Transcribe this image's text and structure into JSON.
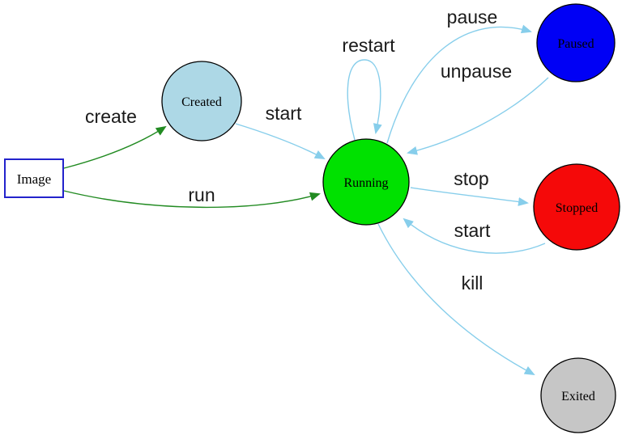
{
  "diagram": {
    "type": "state-diagram",
    "description": "Container lifecycle state diagram",
    "nodes": [
      {
        "id": "image",
        "label": "Image",
        "shape": "rectangle",
        "fill": "#ffffff",
        "stroke": "#2323cc"
      },
      {
        "id": "created",
        "label": "Created",
        "shape": "circle",
        "fill": "#add8e6",
        "stroke": "#000000"
      },
      {
        "id": "running",
        "label": "Running",
        "shape": "circle",
        "fill": "#00e100",
        "stroke": "#000000"
      },
      {
        "id": "paused",
        "label": "Paused",
        "shape": "circle",
        "fill": "#0000f5",
        "stroke": "#000000"
      },
      {
        "id": "stopped",
        "label": "Stopped",
        "shape": "circle",
        "fill": "#f50909",
        "stroke": "#000000"
      },
      {
        "id": "exited",
        "label": "Exited",
        "shape": "circle",
        "fill": "#c6c6c6",
        "stroke": "#000000"
      }
    ],
    "edges": [
      {
        "label": "create",
        "from": "image",
        "to": "created",
        "color": "#228b22"
      },
      {
        "label": "run",
        "from": "image",
        "to": "running",
        "color": "#228b22"
      },
      {
        "label": "start",
        "from": "created",
        "to": "running",
        "color": "#87ceeb"
      },
      {
        "label": "restart",
        "from": "running",
        "to": "running",
        "color": "#87ceeb"
      },
      {
        "label": "pause",
        "from": "running",
        "to": "paused",
        "color": "#87ceeb"
      },
      {
        "label": "unpause",
        "from": "paused",
        "to": "running",
        "color": "#87ceeb"
      },
      {
        "label": "stop",
        "from": "running",
        "to": "stopped",
        "color": "#87ceeb"
      },
      {
        "label": "start",
        "from": "stopped",
        "to": "running",
        "color": "#87ceeb"
      },
      {
        "label": "kill",
        "from": "running",
        "to": "exited",
        "color": "#87ceeb"
      }
    ],
    "colors": {
      "edge_blue": "#87ceeb",
      "edge_green": "#228b22",
      "background": "#ffffff"
    }
  }
}
